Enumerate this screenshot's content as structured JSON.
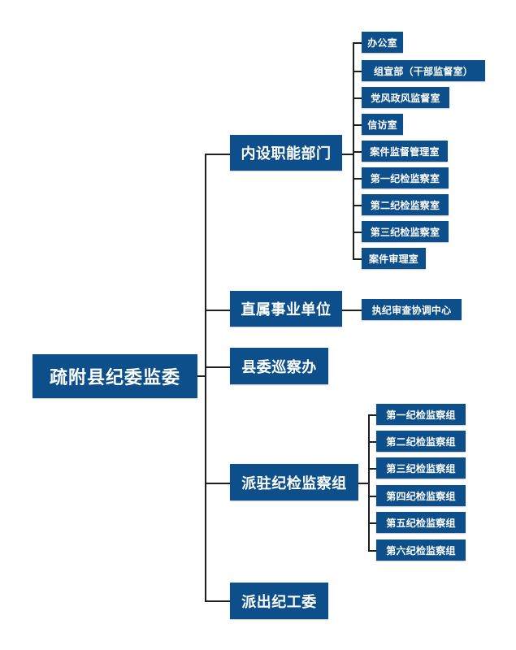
{
  "org_chart": {
    "root": {
      "label": "疏附县纪委监委"
    },
    "branches": [
      {
        "label": "内设职能部门",
        "children": [
          "办公室",
          "组宣部（干部监督室）",
          "党风政风监督室",
          "信访室",
          "案件监督管理室",
          "第一纪检监察室",
          "第二纪检监察室",
          "第三纪检监察室",
          "案件审理室"
        ]
      },
      {
        "label": "直属事业单位",
        "children": [
          "执纪审查协调中心"
        ]
      },
      {
        "label": "县委巡察办",
        "children": []
      },
      {
        "label": "派驻纪检监察组",
        "children": [
          "第一纪检监察组",
          "第二纪检监察组",
          "第三纪检监察组",
          "第四纪检监察组",
          "第五纪检监察组",
          "第六纪检监察组"
        ]
      },
      {
        "label": "派出纪工委",
        "children": []
      }
    ]
  },
  "colors": {
    "box_fill": "#0d4f8b",
    "box_text": "#ffffff",
    "connector": "#1f1f1f",
    "background": "#ffffff"
  }
}
